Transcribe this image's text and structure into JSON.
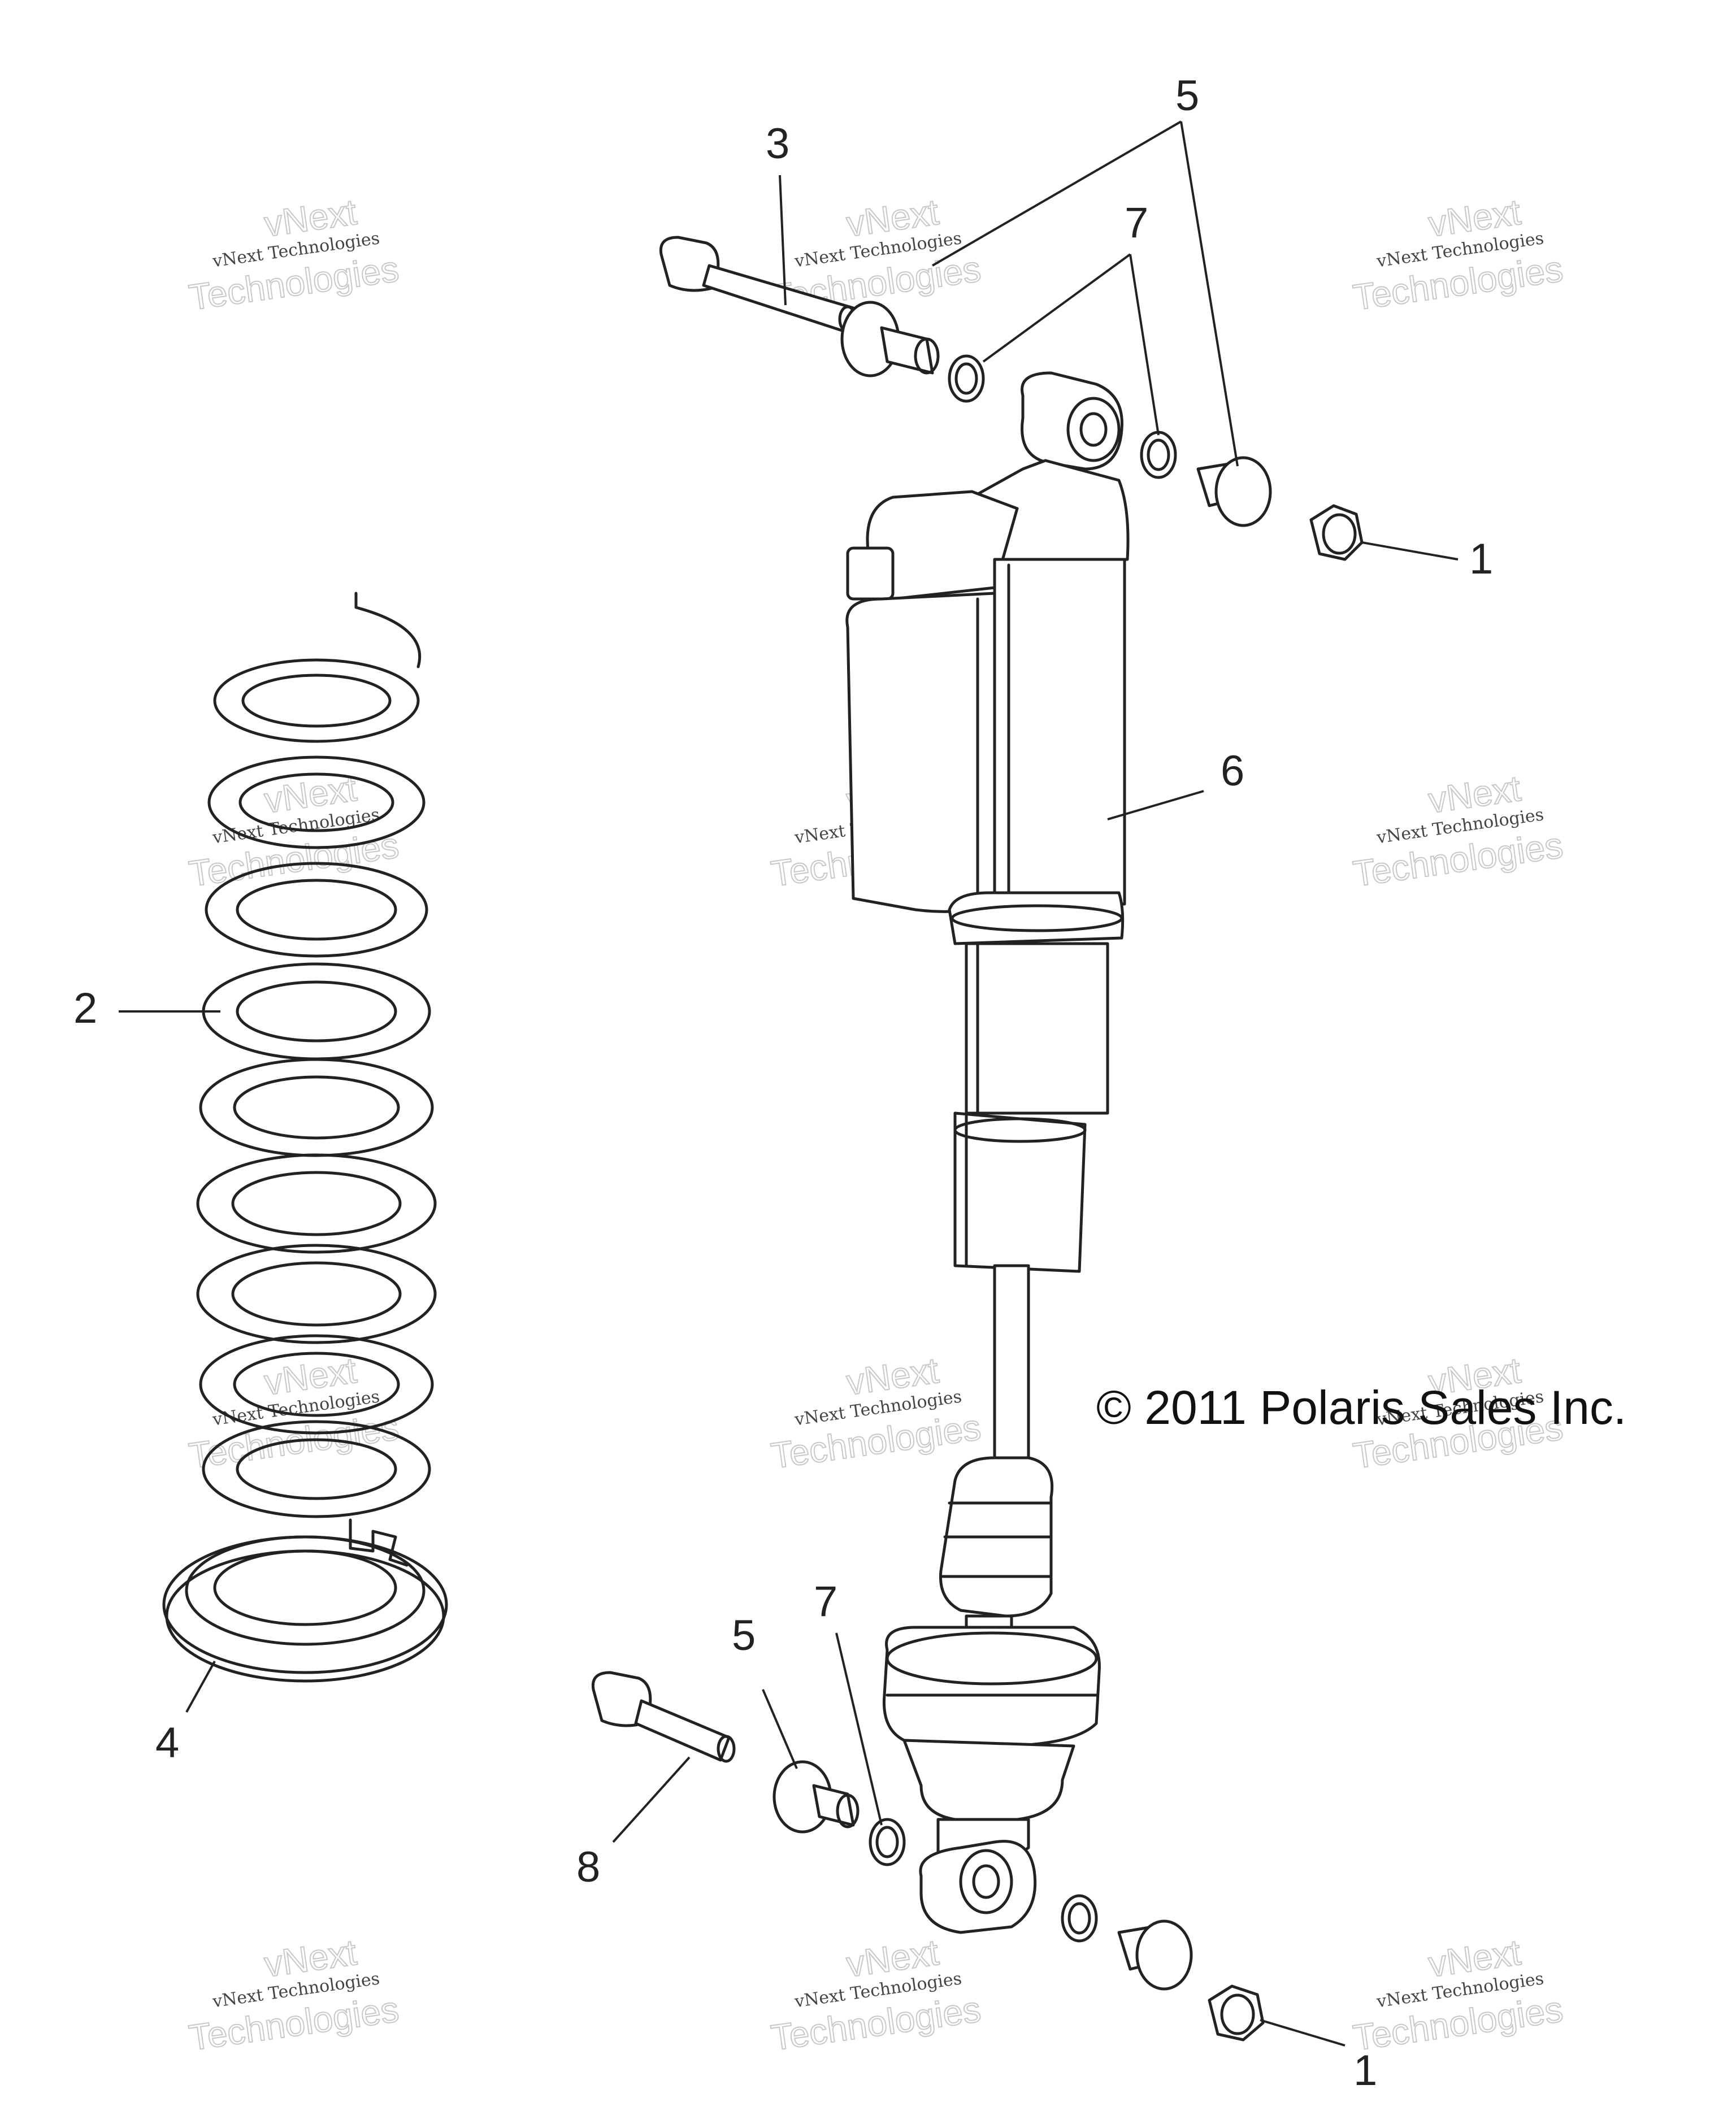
{
  "callouts": [
    "1",
    "2",
    "3",
    "4",
    "5",
    "6",
    "7",
    "8"
  ],
  "copyright": "© 2011 Polaris Sales Inc.",
  "watermark": {
    "line1": "vNext",
    "line2": "vNext Technologies",
    "line3": "Technologies"
  }
}
